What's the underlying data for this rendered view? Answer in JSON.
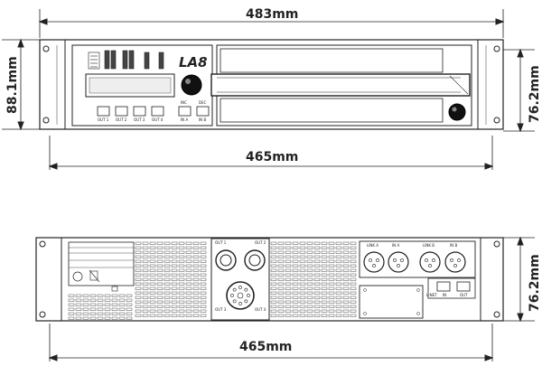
{
  "dimensions": {
    "top_width": "483mm",
    "top_height_left": "88.1mm",
    "top_height_right": "76.2mm",
    "top_bottom_width": "465mm",
    "rear_height_right": "76.2mm",
    "rear_bottom_width": "465mm"
  },
  "front_panel": {
    "logo": "LA8",
    "buttons": [
      "OUT 1",
      "OUT 2",
      "OUT 3",
      "OUT 4",
      "IN A",
      "IN B"
    ],
    "button_top_labels": [
      "INC",
      "DEC"
    ]
  },
  "rear_panel": {
    "connector_labels": [
      "LINK A",
      "IN A",
      "LINK B",
      "IN B"
    ],
    "network_labels": [
      "L-NET",
      "IN",
      "OUT"
    ],
    "speakon_labels": [
      "OUT 1",
      "OUT 2",
      "OUT 3",
      "OUT 4"
    ]
  }
}
